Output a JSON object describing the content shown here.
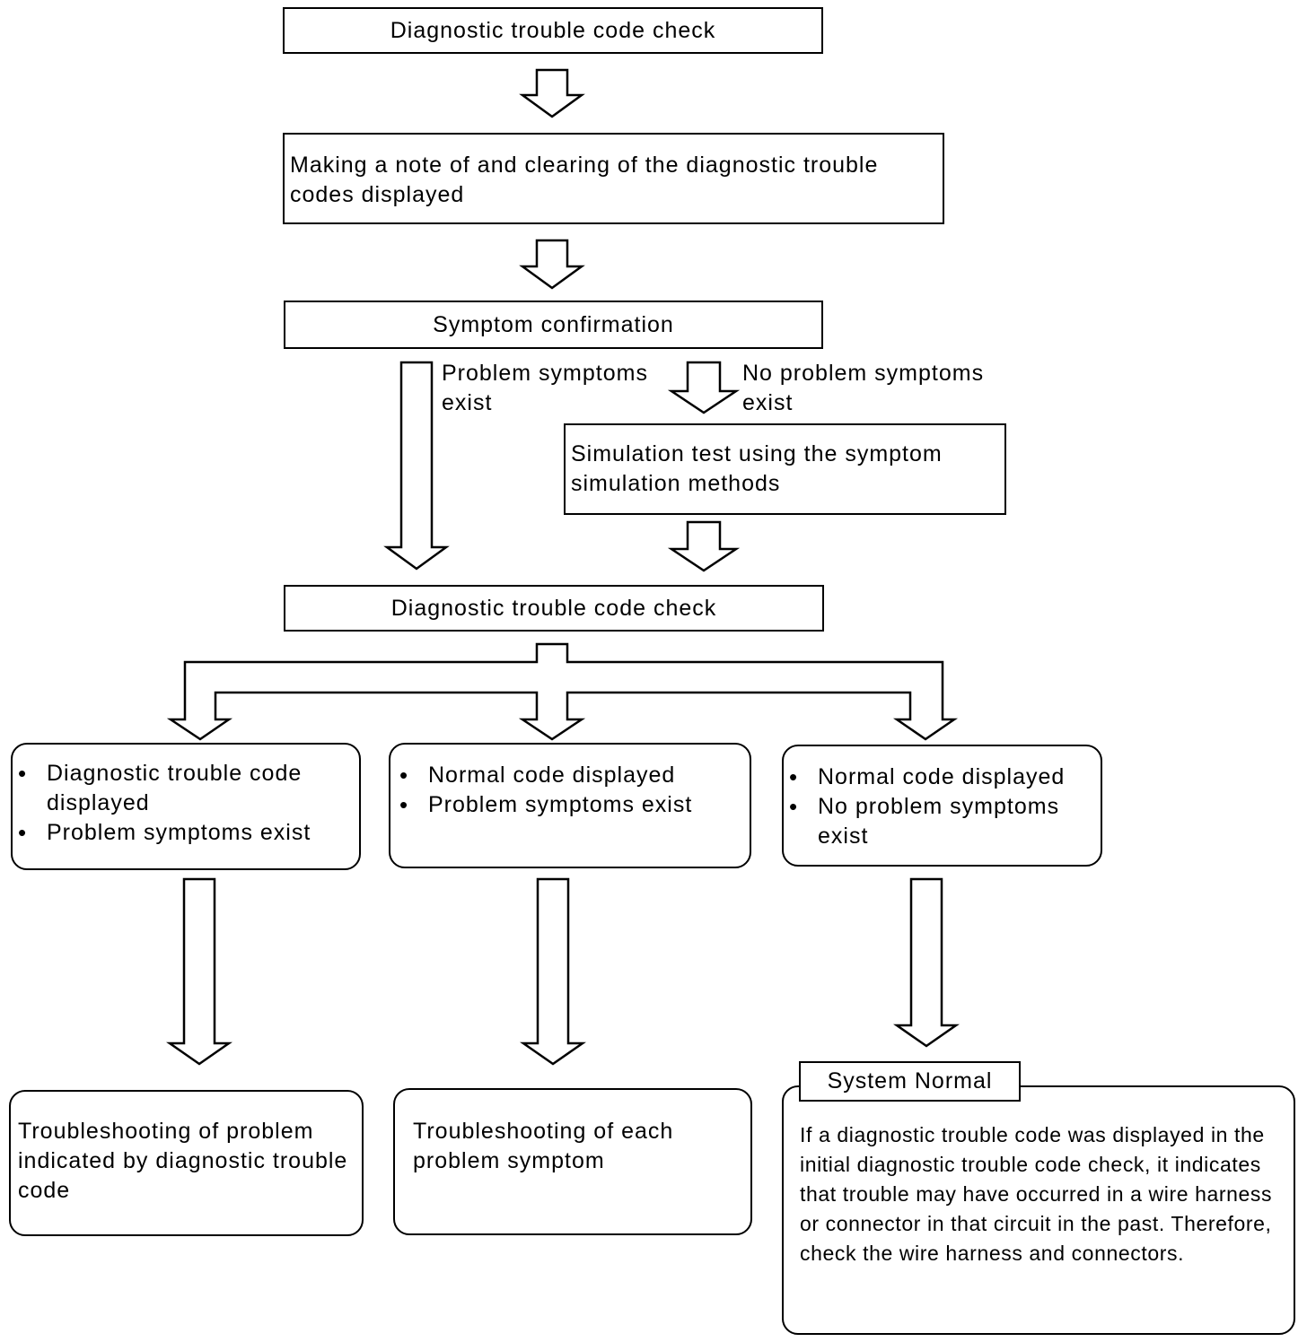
{
  "flow": {
    "step1": "Diagnostic trouble code check",
    "step2": "Making a note of and clearing of the diagnostic trouble codes displayed",
    "step3": "Symptom confirmation",
    "branch_yes": "Problem symptoms exist",
    "branch_no": "No problem symptoms exist",
    "simulation": "Simulation test using the symptom simulation methods",
    "step4": "Diagnostic trouble code check",
    "case1": [
      "Diagnostic trouble code displayed",
      "Problem symptoms exist"
    ],
    "case2": [
      "Normal code displayed",
      "Problem symptoms exist"
    ],
    "case3": [
      "Normal code displayed",
      "No problem symptoms exist"
    ],
    "result1": "Troubleshooting of problem indicated by diagnostic trouble code",
    "result2": "Troubleshooting of each problem symptom",
    "result3_title": "System Normal",
    "result3_text": "If a diagnostic trouble code was displayed in the initial diagnostic trouble code check, it indicates that trouble may have occurred in a wire harness or connector in that circuit in the past. Therefore, check the wire harness and connectors."
  }
}
